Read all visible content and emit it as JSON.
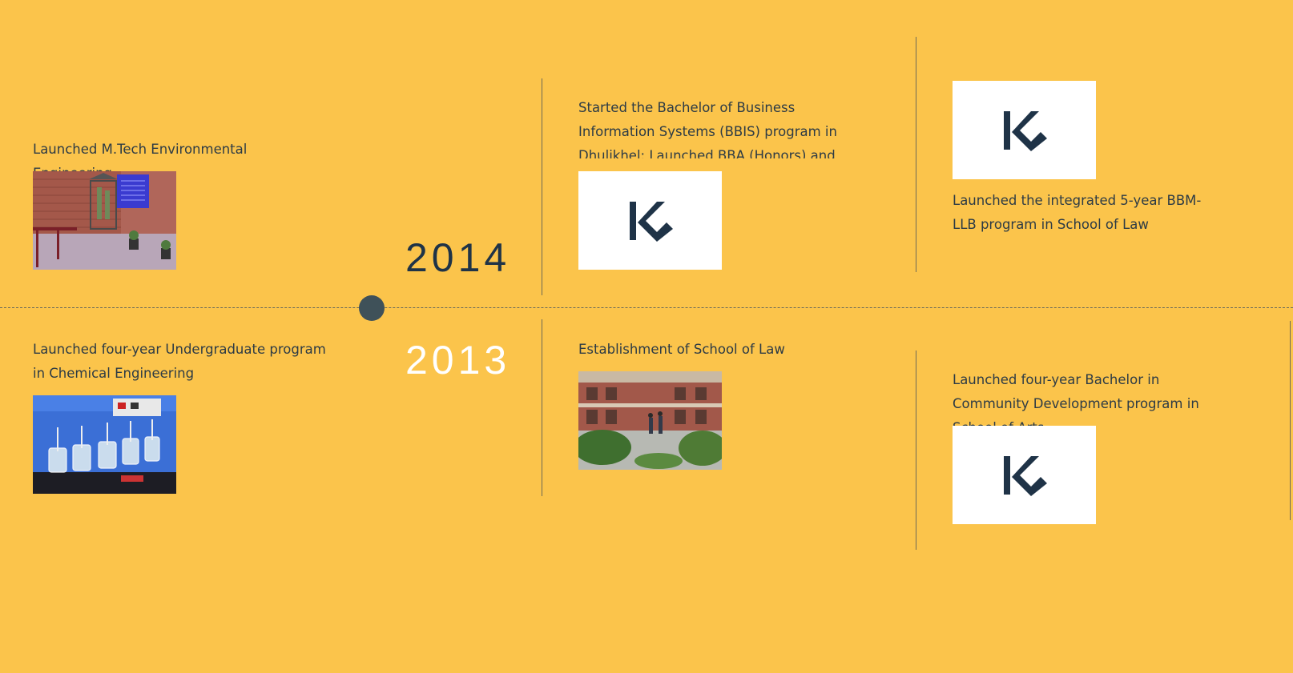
{
  "timeline": {
    "years": [
      {
        "label": "2014"
      },
      {
        "label": "2013"
      }
    ],
    "top_events": [
      {
        "text": "Launched M.Tech Environmental Engineering",
        "image": "photo of environmental engineering lab setup"
      },
      {
        "text": "Started the Bachelor of Business Information Systems (BBIS) program in Dhulikhel; Launched BBA (Honors) and BBA (Emphasis).",
        "image": "logo"
      },
      {
        "text": "Launched the integrated 5-year BBM-LLB program in School of Law",
        "image": "logo"
      }
    ],
    "bottom_events": [
      {
        "text": "Launched four-year Undergraduate program in Chemical Engineering",
        "image": "photo of chemical engineering lab apparatus"
      },
      {
        "text": "Establishment of School of Law",
        "image": "photo of School of Law building"
      },
      {
        "text": "Launched four-year Bachelor in Community Development program in School of Arts",
        "image": "logo"
      }
    ]
  },
  "colors": {
    "background": "#FBC44B",
    "year_active": "#1f3347",
    "year_inactive": "#ffffff",
    "dot": "#3f5159",
    "logo_mark": "#1f3347"
  },
  "icons": {
    "logo": "ku-logo-icon",
    "marker": "timeline-dot"
  }
}
